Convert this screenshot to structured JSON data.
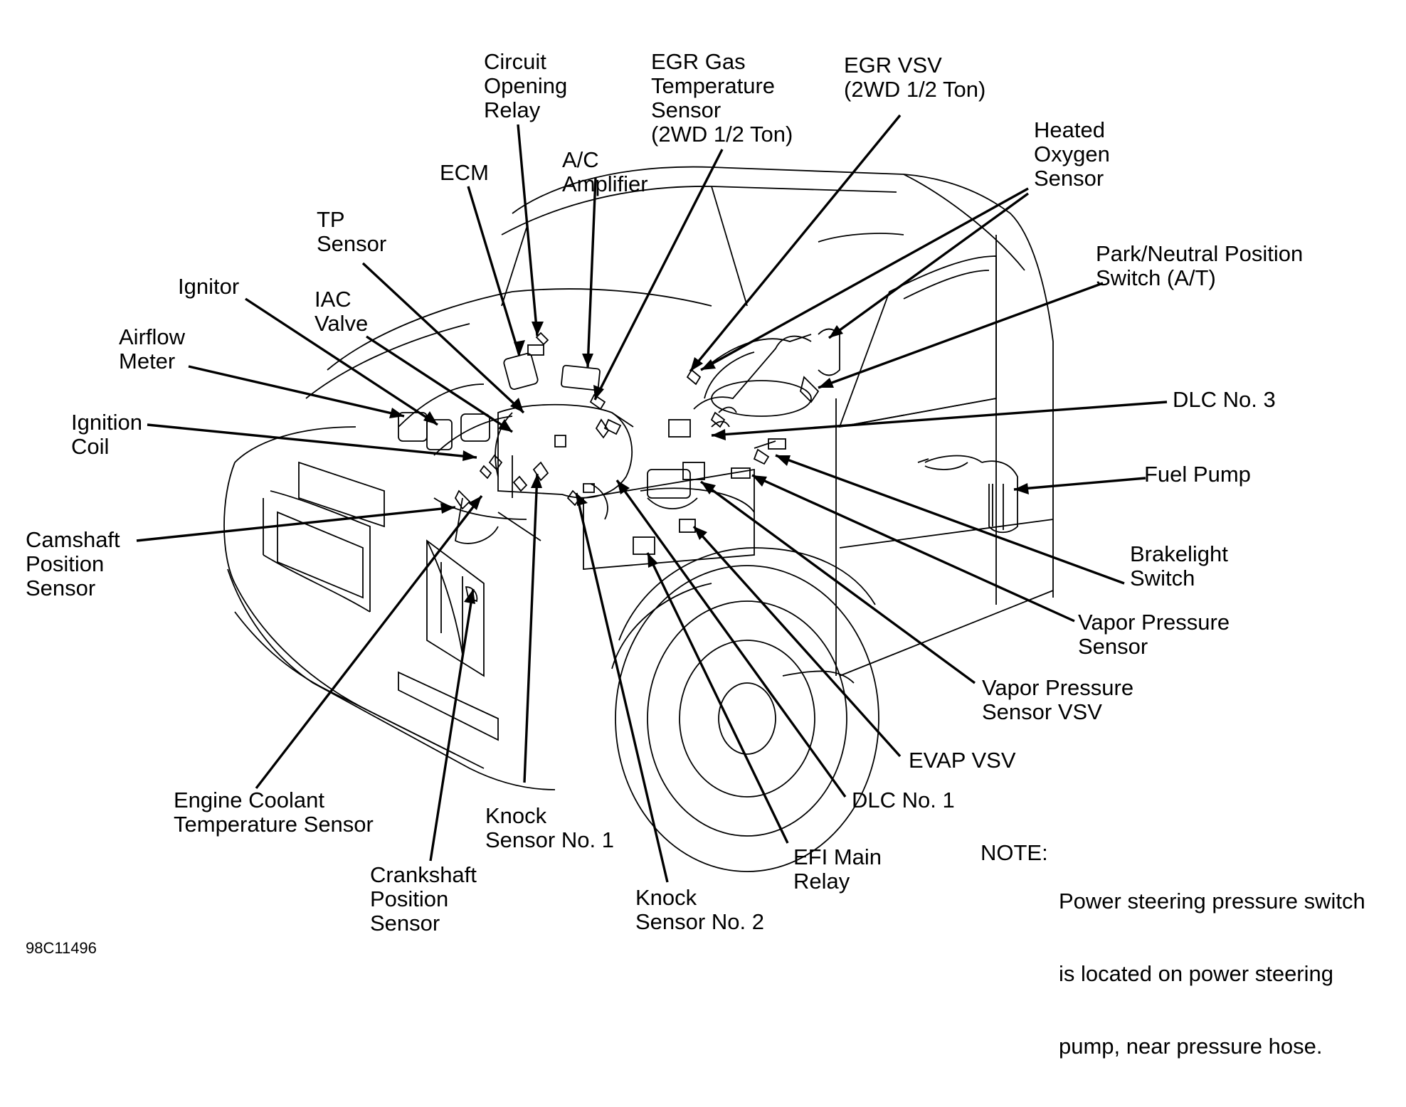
{
  "labels": {
    "circuit_opening_relay": [
      "Circuit",
      "Opening",
      "Relay"
    ],
    "egr_gas_temp_sensor": [
      "EGR Gas",
      "Temperature",
      "Sensor",
      "(2WD 1/2 Ton)"
    ],
    "egr_vsv": [
      "EGR VSV",
      "(2WD 1/2 Ton)"
    ],
    "heated_oxygen_sensor": [
      "Heated",
      "Oxygen",
      "Sensor"
    ],
    "ecm": [
      "ECM"
    ],
    "ac_amplifier": [
      "A/C",
      "Amplifier"
    ],
    "tp_sensor": [
      "TP",
      "Sensor"
    ],
    "park_neutral_switch": [
      "Park/Neutral Position",
      "Switch (A/T)"
    ],
    "ignitor": [
      "Ignitor"
    ],
    "iac_valve": [
      "IAC",
      "Valve"
    ],
    "airflow_meter": [
      "Airflow",
      "Meter"
    ],
    "dlc3": [
      "DLC No. 3"
    ],
    "ignition_coil": [
      "Ignition",
      "Coil"
    ],
    "fuel_pump": [
      "Fuel Pump"
    ],
    "camshaft_sensor": [
      "Camshaft",
      "Position",
      "Sensor"
    ],
    "brakelight_switch": [
      "Brakelight",
      "Switch"
    ],
    "vapor_pressure_sensor": [
      "Vapor Pressure",
      "Sensor"
    ],
    "vapor_pressure_vsv": [
      "Vapor Pressure",
      "Sensor VSV"
    ],
    "evap_vsv": [
      "EVAP VSV"
    ],
    "dlc1": [
      "DLC No. 1"
    ],
    "engine_coolant_sensor": [
      "Engine Coolant",
      "Temperature Sensor"
    ],
    "knock_sensor_1": [
      "Knock",
      "Sensor No. 1"
    ],
    "efi_main_relay": [
      "EFI Main",
      "Relay"
    ],
    "crankshaft_sensor": [
      "Crankshaft",
      "Position",
      "Sensor"
    ],
    "knock_sensor_2": [
      "Knock",
      "Sensor No. 2"
    ]
  },
  "note": {
    "head": "NOTE:",
    "lines": [
      "Power steering pressure switch",
      "is located on power steering",
      "pump, near pressure hose."
    ]
  },
  "figure_code": "98C11496"
}
